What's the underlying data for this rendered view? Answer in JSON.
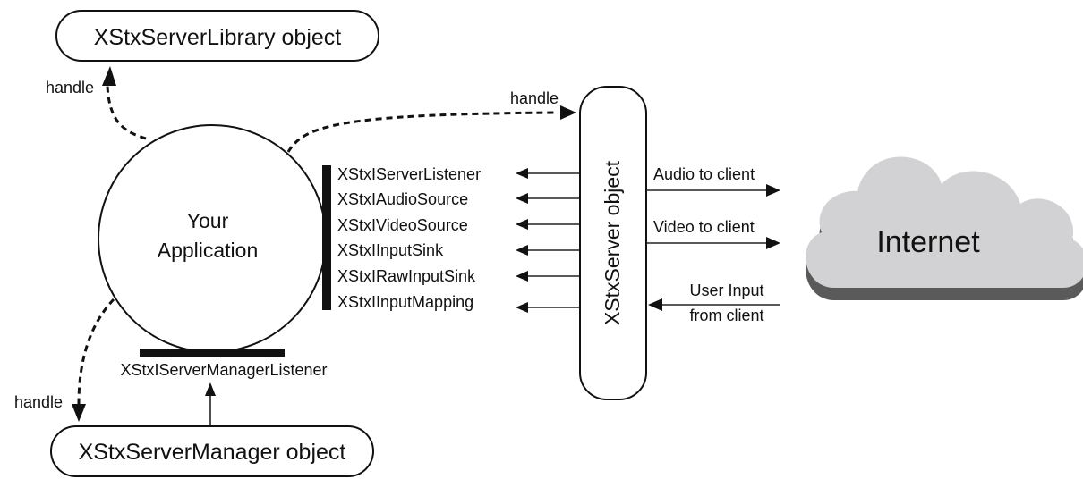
{
  "nodes": {
    "library": "XStxServerLibrary object",
    "manager": "XStxServerManager object",
    "app_line1": "Your",
    "app_line2": "Application",
    "server": "XStxServer object",
    "internet": "Internet"
  },
  "handles": {
    "library": "handle",
    "server": "handle",
    "manager": "handle"
  },
  "interfaces": [
    "XStxIServerListener",
    "XStxIAudioSource",
    "XStxIVideoSource",
    "XStxIInputSink",
    "XStxIRawInputSink",
    "XStxIInputMapping"
  ],
  "manager_listener": "XStxIServerManagerListener",
  "flows": {
    "audio": "Audio to client",
    "video": "Video to client",
    "input_line1": "User Input",
    "input_line2": "from client"
  }
}
